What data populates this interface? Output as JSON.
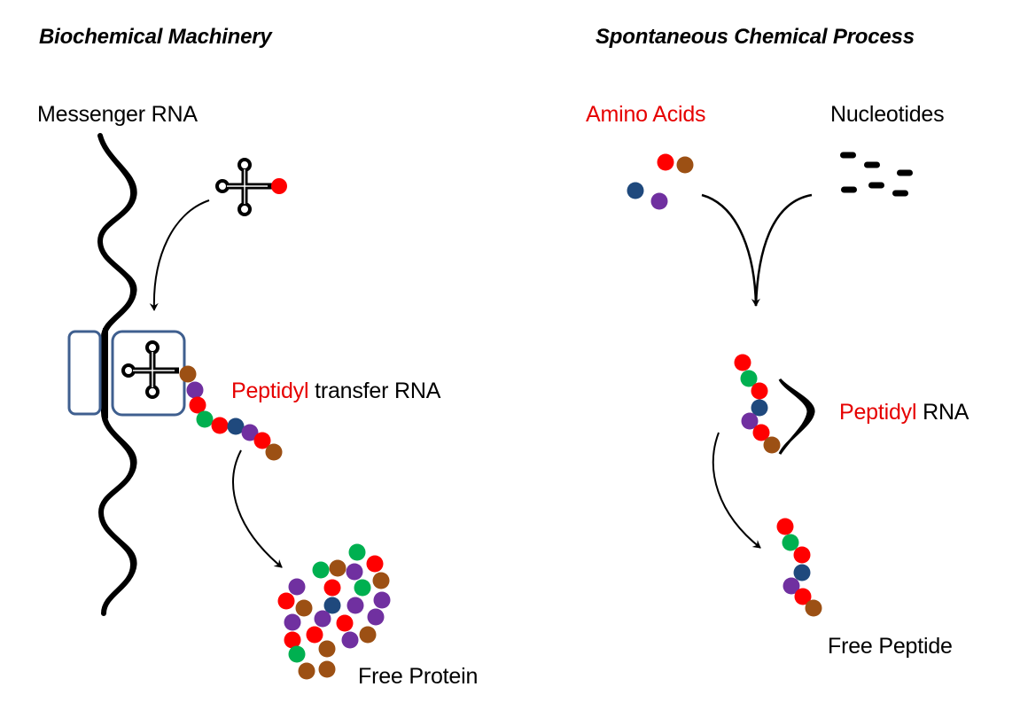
{
  "colors": {
    "red": "#ff0000",
    "brown": "#9c5014",
    "purple": "#7030a0",
    "green": "#00b050",
    "navy": "#1f497d",
    "ribosome": "#3f5f8f",
    "highlight_text": "#e60000",
    "ink": "#000000"
  },
  "left_panel": {
    "title": "Biochemical Machinery",
    "mrna_label": "Messenger RNA",
    "peptidyl_trna_label_red": "Peptidyl",
    "peptidyl_trna_label_rest": " transfer RNA",
    "free_protein_label": "Free Protein",
    "incoming_trna": {
      "amino_acid": "red"
    },
    "peptidyl_chain": [
      "brown",
      "purple",
      "red",
      "green",
      "red",
      "navy",
      "purple",
      "red",
      "brown"
    ],
    "free_protein": [
      "green",
      "red",
      "brown",
      "green",
      "purple",
      "brown",
      "purple",
      "red",
      "green",
      "red",
      "brown",
      "navy",
      "purple",
      "purple",
      "purple",
      "purple",
      "red",
      "purple",
      "red",
      "red",
      "purple",
      "brown",
      "brown",
      "green",
      "brown",
      "brown"
    ]
  },
  "right_panel": {
    "title": "Spontaneous Chemical Process",
    "amino_acids_label": "Amino Acids",
    "nucleotides_label": "Nucleotides",
    "peptidyl_rna_label_red": "Peptidyl",
    "peptidyl_rna_label_rest": " RNA",
    "free_peptide_label": "Free Peptide",
    "amino_acids": [
      "red",
      "brown",
      "navy",
      "purple"
    ],
    "nucleotide_count": 6,
    "peptidyl_rna_chain": [
      "red",
      "green",
      "red",
      "navy",
      "purple",
      "red",
      "brown"
    ],
    "free_peptide_chain": [
      "red",
      "green",
      "red",
      "navy",
      "purple",
      "red",
      "brown"
    ]
  }
}
